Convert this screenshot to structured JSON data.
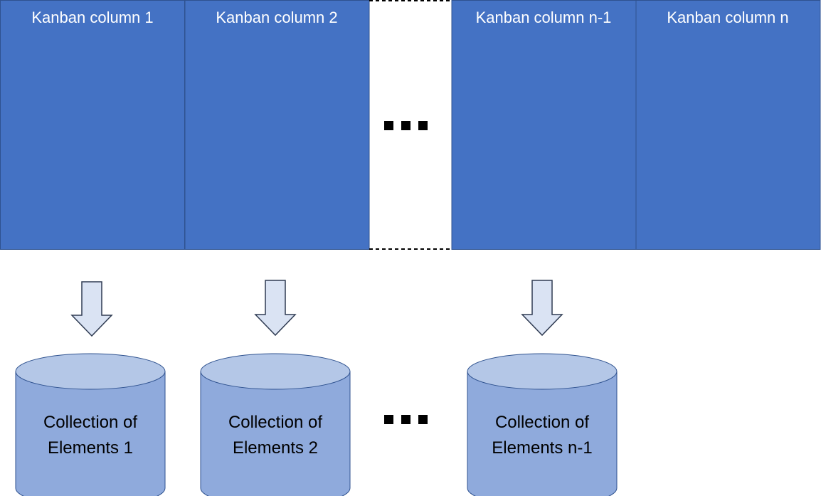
{
  "colors": {
    "kanban_fill": "#4472C4",
    "kanban_border": "#2F528F",
    "kanban_text": "#FFFFFF",
    "arrow_fill": "#DAE3F3",
    "arrow_stroke": "#2F3B52",
    "db_body": "#8FAADC",
    "db_top": "#B4C7E7",
    "db_stroke": "#2F528F",
    "db_text": "#000000",
    "ellipsis": "#000000",
    "gap_border": "#000000"
  },
  "kanban": {
    "columns": [
      {
        "label": "Kanban column 1"
      },
      {
        "label": "Kanban column 2"
      },
      {
        "label": "Kanban column n-1"
      },
      {
        "label": "Kanban column n"
      }
    ]
  },
  "collections": [
    {
      "line1": "Collection of",
      "line2": "Elements 1"
    },
    {
      "line1": "Collection of",
      "line2": "Elements 2"
    },
    {
      "line1": "Collection of",
      "line2": "Elements n-1"
    }
  ]
}
